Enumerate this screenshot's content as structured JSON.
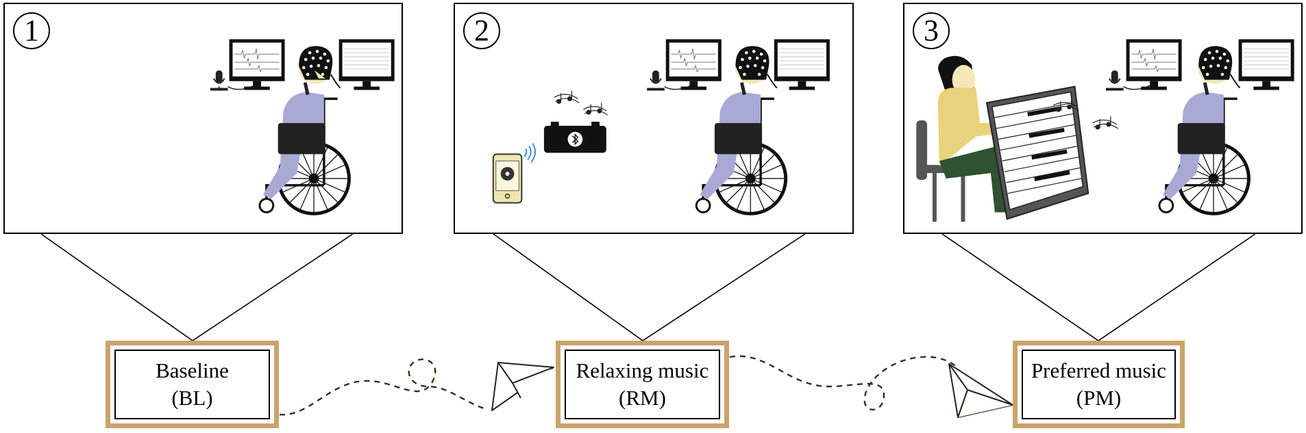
{
  "panels": [
    {
      "number": "1",
      "label": "Baseline",
      "code": "(BL)"
    },
    {
      "number": "2",
      "label": "Relaxing music",
      "code": "(RM)"
    },
    {
      "number": "3",
      "label": "Preferred music",
      "code": "(PM)"
    }
  ],
  "colors": {
    "frame_wood": "#c9a46b",
    "shirt_patient": "#a9a9d6",
    "shirt_pianist": "#e9d27c",
    "pants_pianist": "#2f5230",
    "bluetooth_waves": "#3a8fd6",
    "phone_case": "#ece7b0"
  },
  "icons": [
    "eeg-monitor-icon",
    "eeg-cap-icon",
    "wheelchair-icon",
    "microphone-icon",
    "music-notes-icon",
    "bluetooth-speaker-icon",
    "smartphone-icon",
    "piano-icon",
    "paper-plane-icon"
  ]
}
